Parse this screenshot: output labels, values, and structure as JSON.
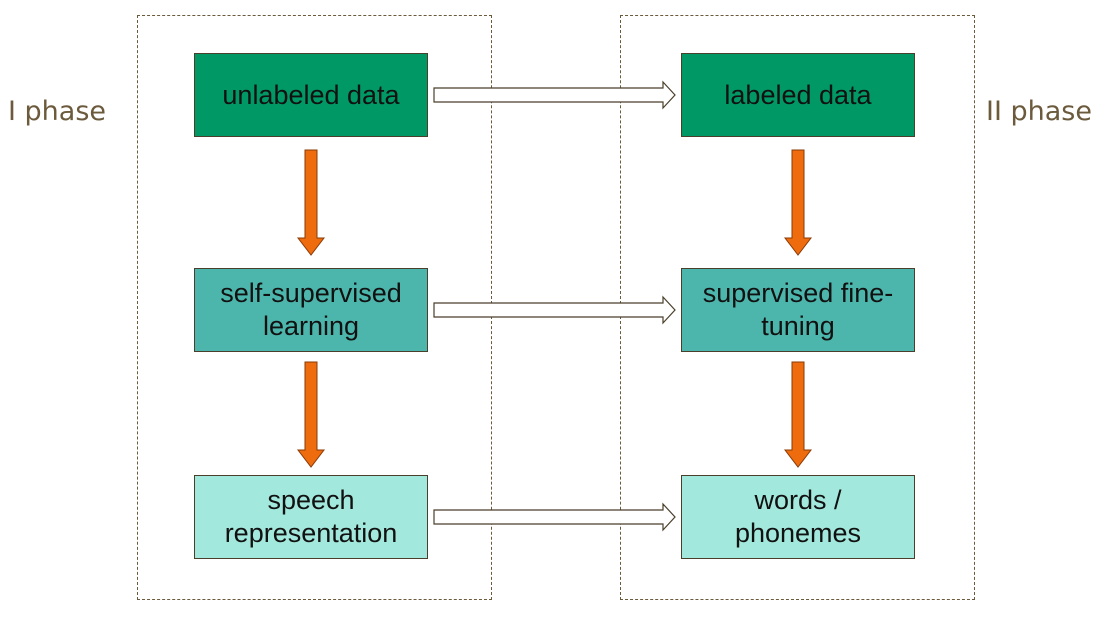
{
  "phases": {
    "phase1_label": "I phase",
    "phase2_label": "II phase"
  },
  "nodes": {
    "unlabeled_data": "unlabeled data",
    "self_supervised_learning": "self-supervised learning",
    "speech_representation": "speech representation",
    "labeled_data": "labeled data",
    "supervised_fine_tuning": "supervised fine-tuning",
    "words_phonemes": "words / phonemes"
  },
  "colors": {
    "dark_green": "#009966",
    "teal": "#4db6ac",
    "light_mint": "#a3e8dc",
    "orange_arrow": "#ee6c0e",
    "phase_text": "#6b5a3c",
    "frame_border": "#6b5a3c"
  }
}
